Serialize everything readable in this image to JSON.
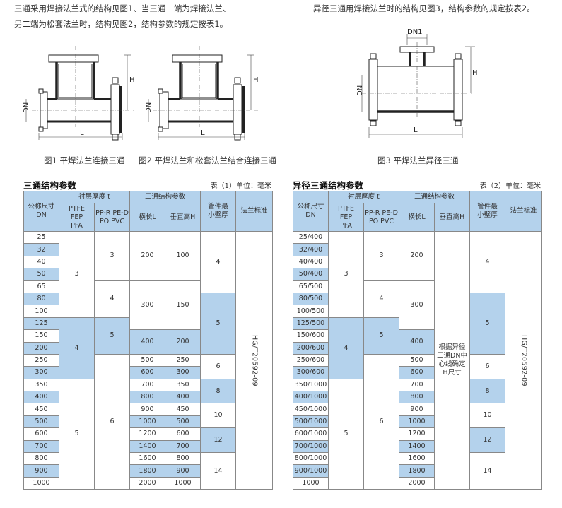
{
  "intro": {
    "left_line1": "三通采用焊接法兰式的结构见图1、当三通一端为焊接法兰、",
    "left_line2": "另二端为松套法兰时，结构见图2，结构参数的规定按表1。",
    "right_line1": "异径三通用焊接法兰时的结构见图3，结构参数的规定按表2。"
  },
  "figures": {
    "fig1_caption": "图1  平焊法兰连接三通",
    "fig2_caption": "图2  平焊法兰和松套法兰结合连接三通",
    "fig3_caption": "图3  平焊法兰异径三通",
    "label_dn": "DN",
    "label_dn1": "DN1",
    "label_l": "L",
    "label_h": "H"
  },
  "table1": {
    "title": "三通结构参数",
    "note": "表（1）单位：毫米",
    "head": {
      "dn": [
        "公称尺寸",
        "DN"
      ],
      "lining": "衬层厚度 t",
      "ptfe": [
        "PTFE",
        "FEP",
        "PFA"
      ],
      "ppr": [
        "PP-R PE-D",
        "PO    PVC"
      ],
      "struct": "三通结构参数",
      "len": "横长L",
      "height": "垂直高H",
      "wall": [
        "管件最",
        "小壁厚"
      ],
      "flange": "法兰标准"
    },
    "dn": [
      "25",
      "32",
      "40",
      "50",
      "65",
      "80",
      "100",
      "125",
      "150",
      "200",
      "250",
      "300",
      "350",
      "400",
      "450",
      "500",
      "600",
      "700",
      "800",
      "900",
      "1000"
    ],
    "ptfe_vals": [
      "3",
      "4",
      "5"
    ],
    "ppr_vals": [
      "3",
      "4",
      "5",
      "6"
    ],
    "L": [
      "200",
      "300",
      "400",
      "500",
      "600",
      "700",
      "800",
      "900",
      "1000",
      "1200",
      "1400",
      "1600",
      "1800",
      "2000"
    ],
    "H": [
      "100",
      "150",
      "200",
      "250",
      "300",
      "350",
      "400",
      "450",
      "500",
      "600",
      "700",
      "800",
      "900",
      "1000"
    ],
    "wall_vals": [
      "4",
      "5",
      "6",
      "8",
      "10",
      "12",
      "14"
    ],
    "flange_std": "HG/T20592-09"
  },
  "table2": {
    "title": "异径三通结构参数",
    "note": "表（2）单位：毫米",
    "head": {
      "dn": [
        "公称尺寸",
        "DN"
      ],
      "lining": "衬层厚度 t",
      "ptfe": [
        "PTFE",
        "FEP",
        "PFA"
      ],
      "ppr": [
        "PP-R PE-D",
        "PO    PVC"
      ],
      "struct": "三通结构参数",
      "len": "横长L",
      "height": "垂直高H",
      "wall": [
        "管件最",
        "小壁厚"
      ],
      "flange": "法兰标准"
    },
    "dn": [
      "25/400",
      "32/400",
      "40/400",
      "50/400",
      "65/500",
      "80/500",
      "100/500",
      "125/500",
      "150/600",
      "200/600",
      "250/600",
      "300/600",
      "350/1000",
      "400/1000",
      "450/1000",
      "500/1000",
      "600/1000",
      "700/1000",
      "800/1000",
      "900/1000",
      "1000"
    ],
    "ptfe_vals": [
      "3",
      "4",
      "5"
    ],
    "ppr_vals": [
      "3",
      "4",
      "5",
      "6"
    ],
    "L": [
      "200",
      "300",
      "400",
      "500",
      "600",
      "700",
      "800",
      "900",
      "1000",
      "1200",
      "1400",
      "1600",
      "1800",
      "2000"
    ],
    "h_note": [
      "根据异径",
      "三通DN中",
      "心线确定",
      "H尺寸"
    ],
    "wall_vals": [
      "4",
      "5",
      "6",
      "8",
      "10",
      "12",
      "14"
    ],
    "flange_std": "HG/T20592-09"
  },
  "colors": {
    "header_blue": "#b4d2ec",
    "border": "#888888"
  }
}
